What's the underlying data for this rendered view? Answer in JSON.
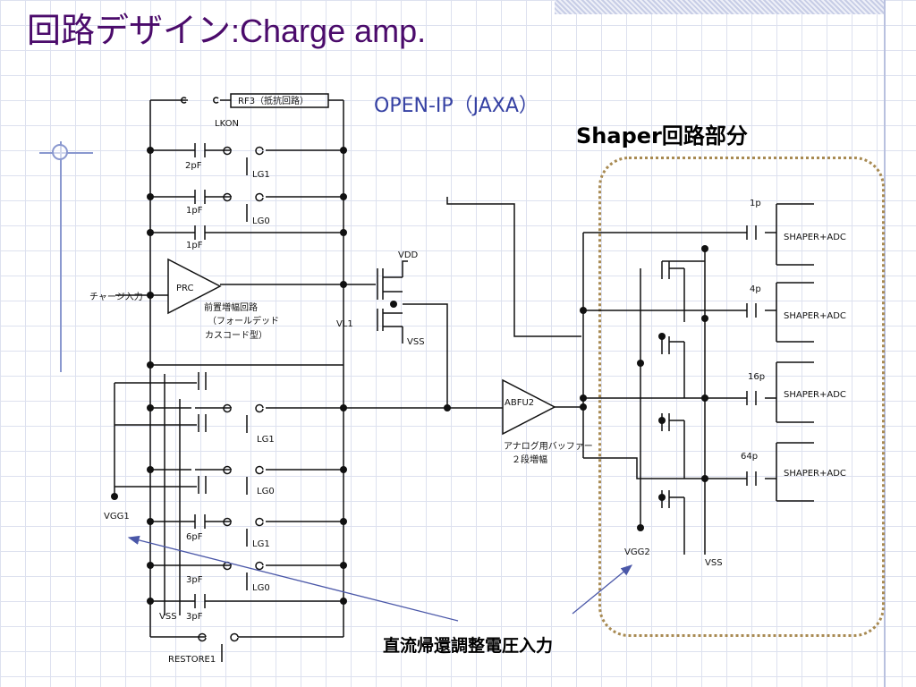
{
  "slide": {
    "title_main": "回路デザイン",
    "title_sub": ":Charge amp.",
    "source": "OPEN-IP（JAXA）",
    "section_label": "Shaper回路部分",
    "callout": "直流帰還調整電圧入力"
  },
  "schematic": {
    "feedback_resistor": "RF3（抵抗回路）",
    "lkon": "LKON",
    "cap_2pf": "2pF",
    "lg1": "LG1",
    "lg0": "LG0",
    "cap_1pf_a": "1pF",
    "cap_1pf_b": "1pF",
    "prc": "PRC",
    "charge_input": "チャージ入力",
    "preamp_caption_1": "前置増幅回路",
    "preamp_caption_2": "（フォールデッド",
    "preamp_caption_3": "カスコード型）",
    "vdd": "VDD",
    "vl1": "VL1",
    "vss_top": "VSS",
    "abfu2": "ABFU2",
    "buffer_caption_1": "アナログ用バッファー",
    "buffer_caption_2": "２段増幅",
    "lg1_b": "LG1",
    "lg0_b": "LG0",
    "cap_6pf": "6pF",
    "lg1_c": "LG1",
    "cap_3pf_a": "3pF",
    "lg0_c": "LG0",
    "cap_3pf_b": "3pF",
    "vss_bottom": "VSS",
    "vgg1": "VGG1",
    "restore": "RESTORE1",
    "vgg2": "VGG2",
    "vss_right": "VSS",
    "shaper_caps": [
      "1p",
      "4p",
      "16p",
      "64p"
    ],
    "shaper_label": "SHAPER+ADC"
  },
  "colors": {
    "title": "#4b0b6b",
    "source": "#3541a3",
    "grid": "#dde1ef",
    "region_border": "#a88a52",
    "arrow": "#4a57a8"
  }
}
